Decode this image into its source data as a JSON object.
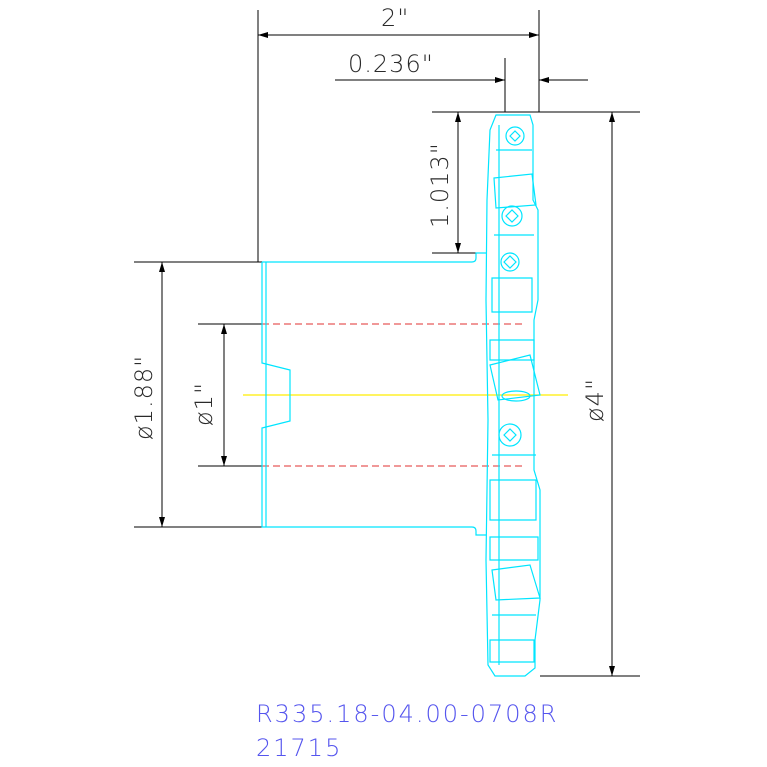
{
  "dimensions": {
    "overall_length": "2\"",
    "flange_offset": "0.236\"",
    "insert_height": "1.013\"",
    "body_diameter": "ø1.88\"",
    "bore_diameter": "ø1\"",
    "cutter_diameter": "ø4\""
  },
  "caption": {
    "part_number": "R335.18-04.00-0708R",
    "job_number": "21715"
  },
  "colors": {
    "outline": "#00e5ff",
    "centerline": "#ffee00",
    "hidden": "#e03030",
    "dimension": "#000000",
    "caption": "#5555ee"
  }
}
